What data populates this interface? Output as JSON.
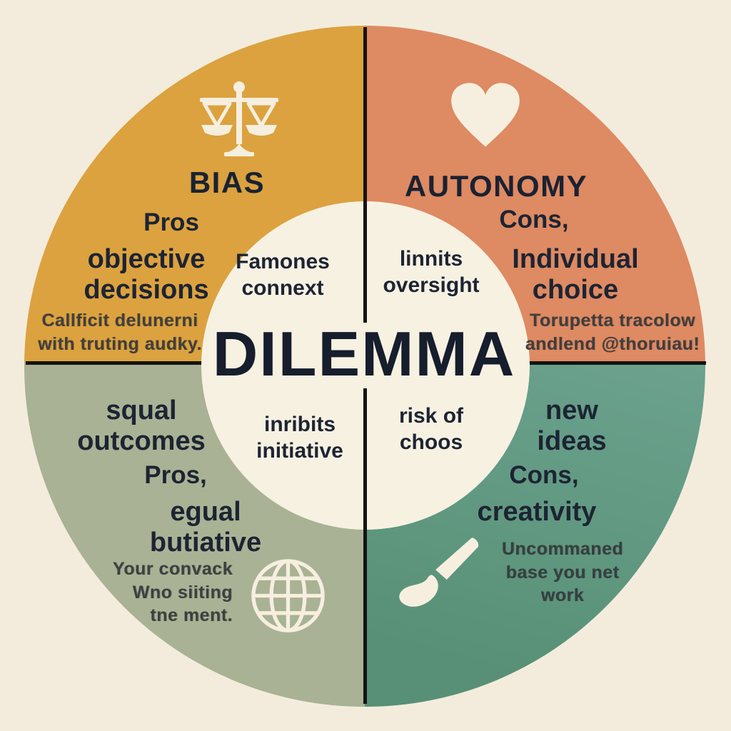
{
  "colors": {
    "background": "#F3ECDC",
    "center_circle": "#F7F1E2",
    "quadrant_top_left": "#DCA23F",
    "quadrant_top_right": "#DE8A62",
    "quadrant_bottom_left": "#A9B294",
    "quadrant_bottom_right": "#579076",
    "divider": "#131313",
    "text": "#1D2433",
    "icon_cream": "#F6EFDF"
  },
  "center": {
    "title": "DILEMMA",
    "notes": {
      "top_left": [
        "Famones",
        "connext"
      ],
      "top_right": [
        "linnits",
        "oversight"
      ],
      "bottom_left": [
        "inribits",
        "initiative"
      ],
      "bottom_right": [
        "risk of",
        "choos"
      ]
    }
  },
  "quadrants": {
    "top_left": {
      "heading": "BIAS",
      "icon": "scales-icon",
      "label": "Pros",
      "phrase": [
        "objective",
        "decisions"
      ],
      "fine": [
        "Callficit delunerni",
        "with truting audky."
      ]
    },
    "top_right": {
      "heading": "AUTONOMY",
      "icon": "heart-icon",
      "label": "Cons,",
      "phrase": [
        "Individual",
        "choice"
      ],
      "fine": [
        "Torupetta tracolow",
        "andlend @thoruiau!"
      ]
    },
    "bottom_left": {
      "icon": "globe-icon",
      "phrase1": [
        "squal",
        "outcomes"
      ],
      "label": "Pros,",
      "phrase2": [
        "egual",
        "butiative"
      ],
      "fine": [
        "Your convack",
        "Wno siiting",
        "tne ment."
      ]
    },
    "bottom_right": {
      "icon": "paintbrush-icon",
      "phrase1": [
        "new",
        "ideas"
      ],
      "label": "Cons,",
      "phrase2": [
        "creativity"
      ],
      "fine": [
        "Uncommaned",
        "base you net",
        "work"
      ]
    }
  }
}
